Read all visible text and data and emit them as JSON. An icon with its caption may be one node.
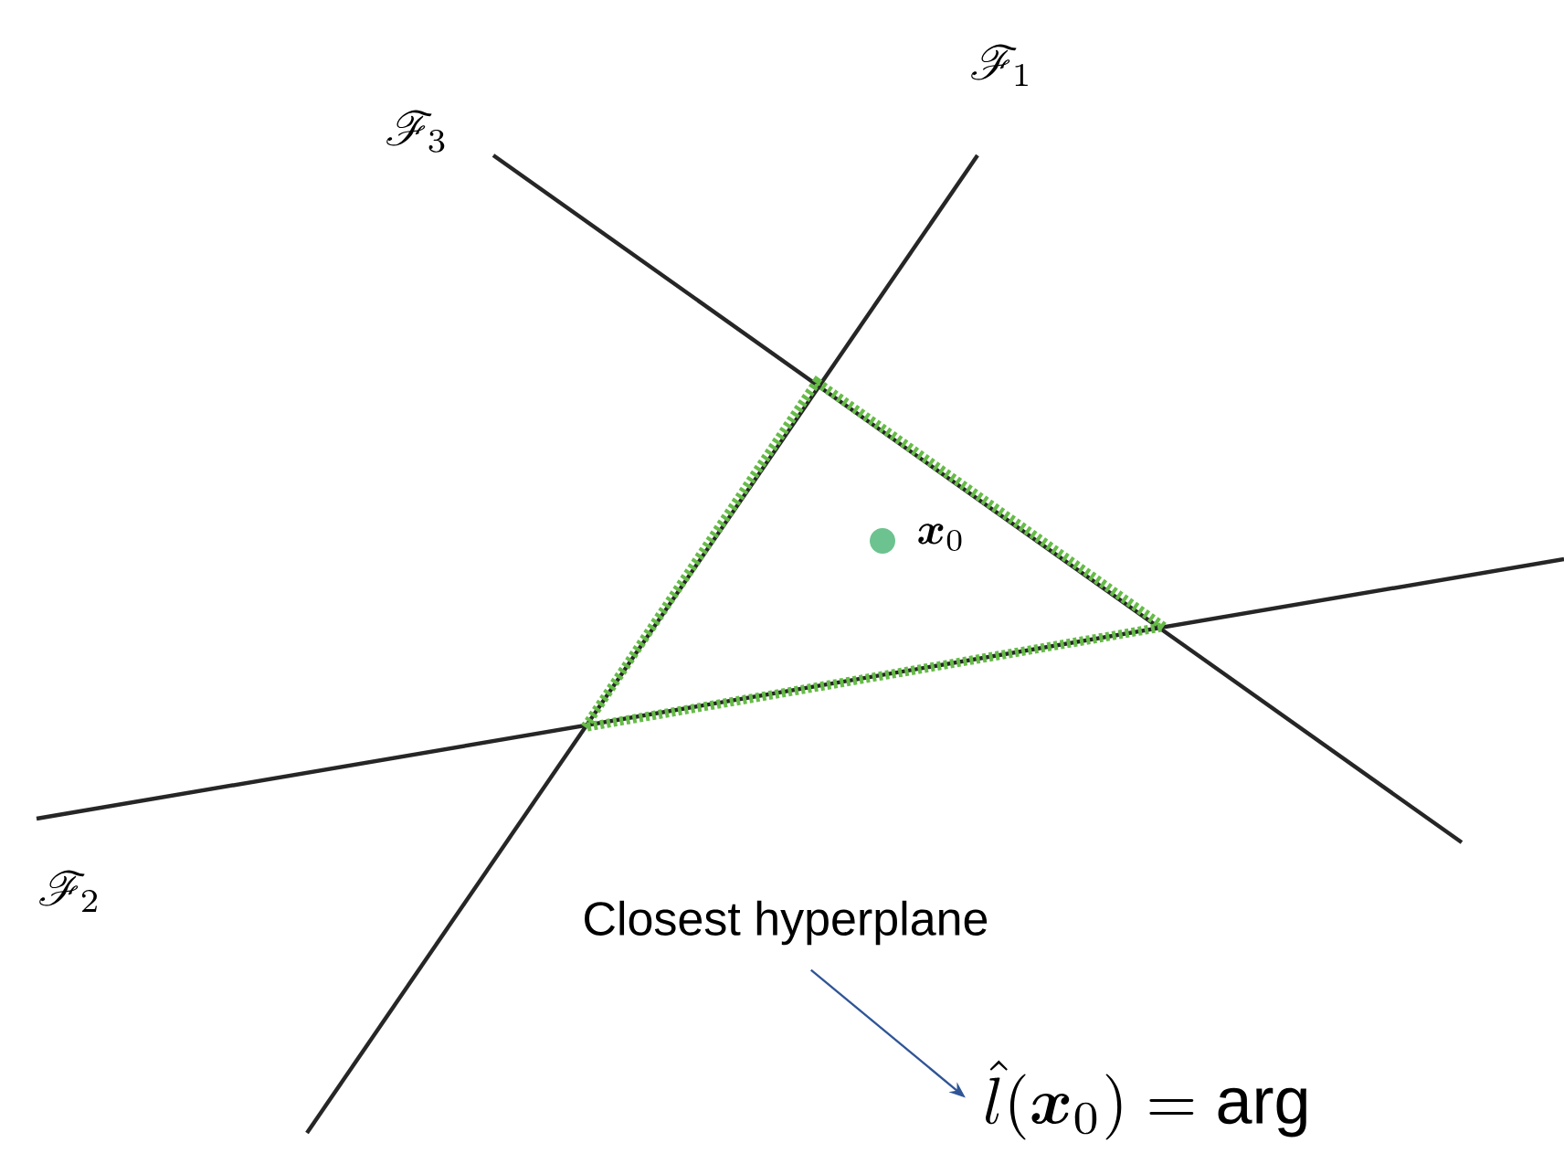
{
  "diagram": {
    "nodes": [
      {
        "text": [
          "Closest hyperplane"
        ]
      },
      {
        "text": [
          "\\hat{l}(\\boldsymbol{x}_0) = \\arg"
        ]
      }
    ],
    "edges": [
      {
        "from": 0,
        "to": 1,
        "arrow": "to",
        "color": "#2f5597"
      }
    ],
    "labels": [
      "\\mathscr{F}_3",
      "\\mathscr{F}_1",
      "\\boldsymbol{x}_0",
      "\\mathscr{F}_2"
    ]
  }
}
